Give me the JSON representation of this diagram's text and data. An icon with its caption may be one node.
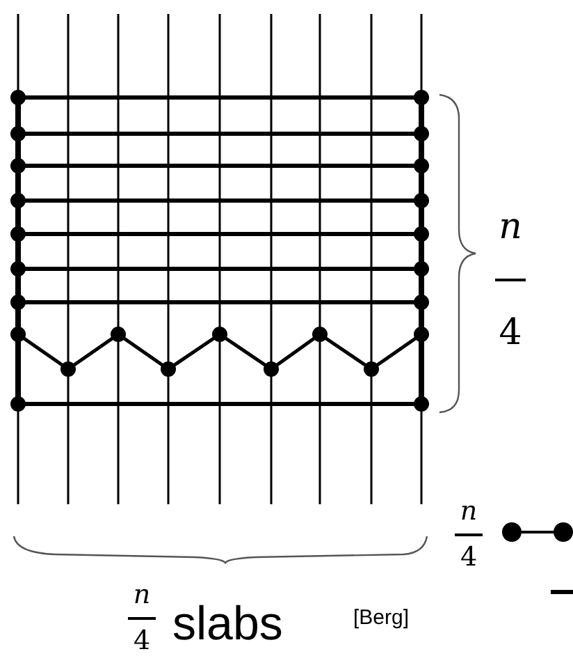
{
  "diagram": {
    "nodes": [
      {
        "text": [],
        "shape": "circle"
      },
      {
        "text": [],
        "shape": "circle"
      }
    ],
    "edges": [
      {
        "from": 0,
        "to": 1,
        "arrow": "none"
      }
    ],
    "labels": [
      "n",
      "4",
      "n",
      "4",
      "n",
      "4",
      "slabs",
      "[Berg]"
    ]
  }
}
